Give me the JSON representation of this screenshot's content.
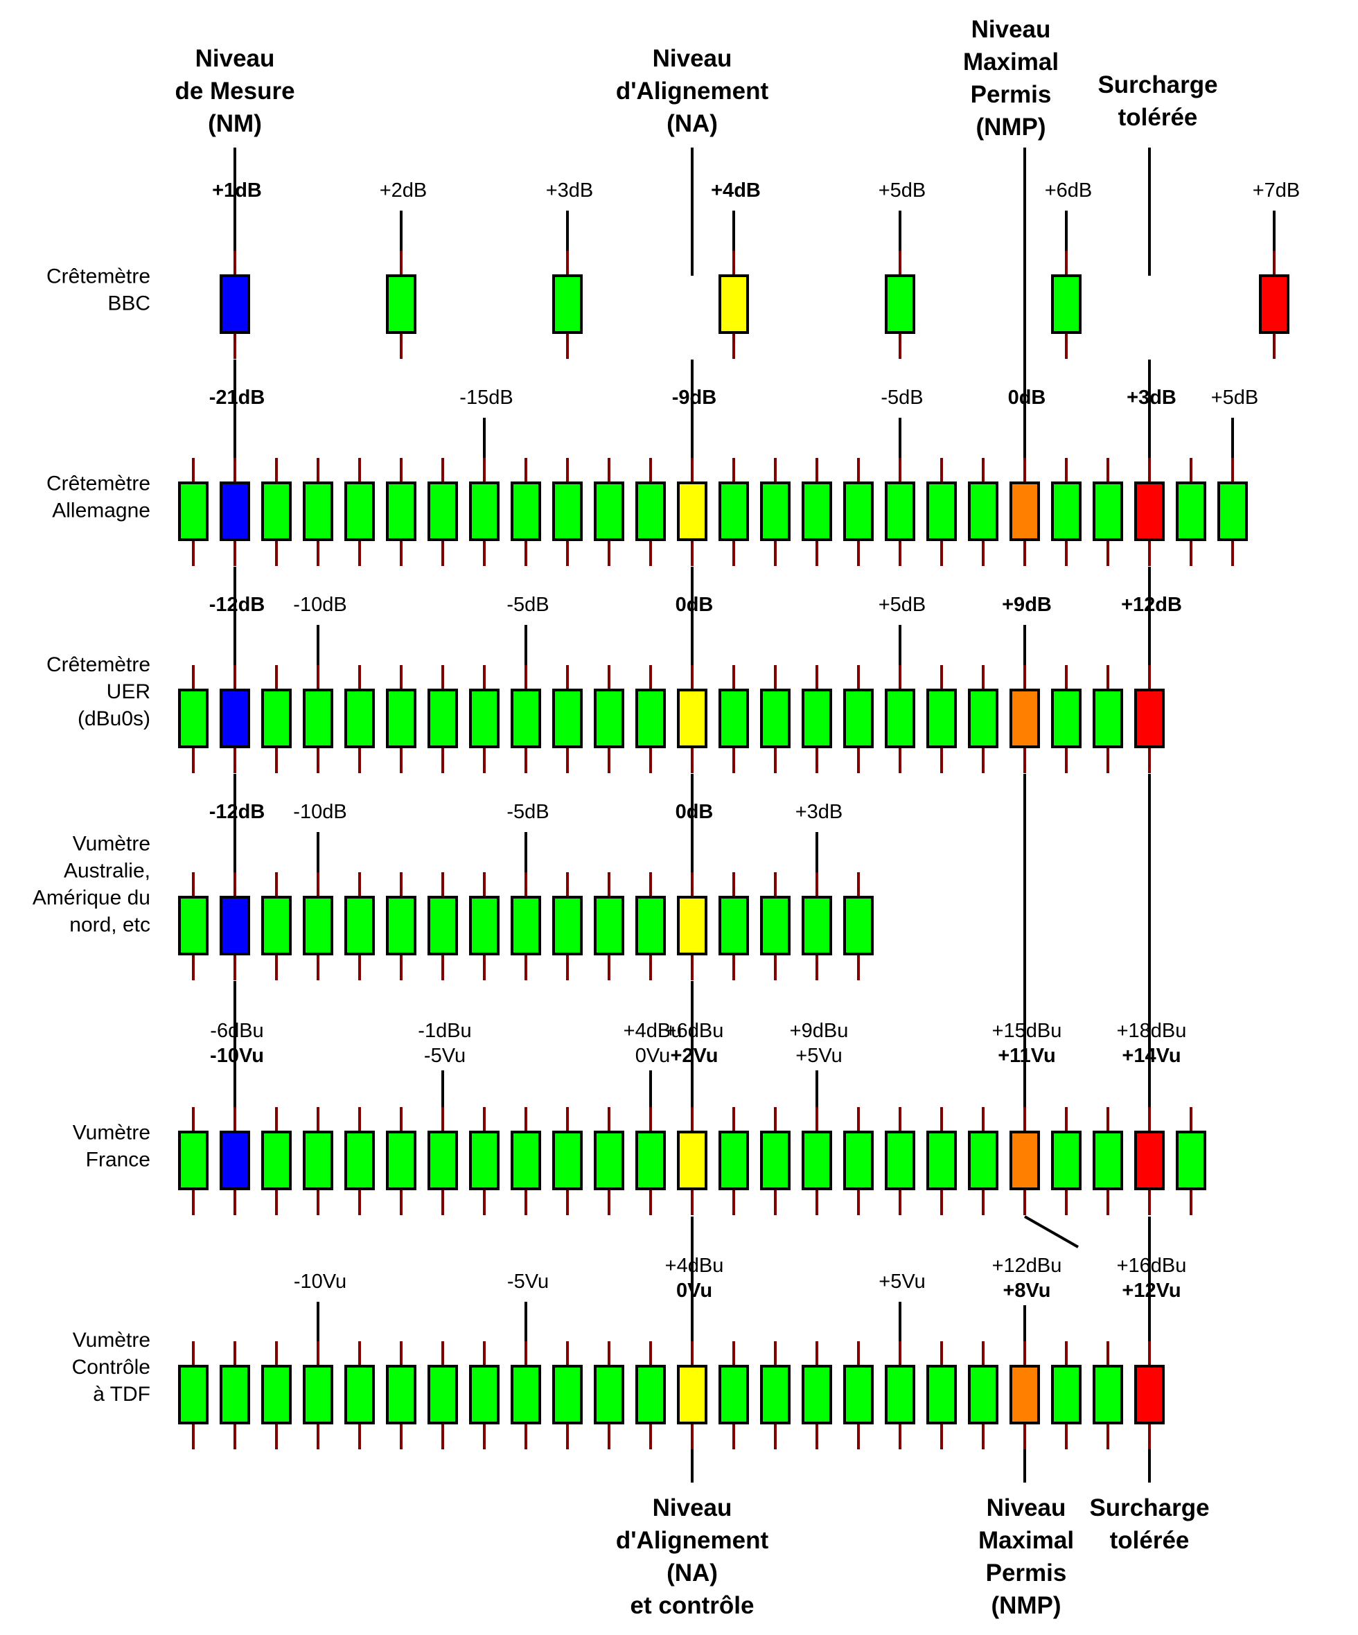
{
  "colors": {
    "green": "#00ff00",
    "blue": "#0000ff",
    "yellow": "#ffff00",
    "orange": "#ff8000",
    "red": "#ff0000",
    "stub": "#800000",
    "outline": "#000000"
  },
  "top_headers": [
    {
      "id": "nm",
      "lines": [
        "Niveau",
        "de Mesure",
        "(NM)"
      ]
    },
    {
      "id": "na",
      "lines": [
        "Niveau",
        "d'Alignement",
        "(NA)"
      ]
    },
    {
      "id": "nmp",
      "lines": [
        "Niveau",
        "Maximal",
        "Permis",
        "(NMP)"
      ]
    },
    {
      "id": "surcharge",
      "lines": [
        "Surcharge",
        "tolérée"
      ]
    }
  ],
  "bottom_headers": [
    {
      "id": "na-controle",
      "lines": [
        "Niveau",
        "d'Alignement",
        "(NA)",
        "et contrôle"
      ]
    },
    {
      "id": "nmp-bottom",
      "lines": [
        "Niveau",
        "Maximal",
        "Permis",
        "(NMP)"
      ]
    },
    {
      "id": "surcharge-bottom",
      "lines": [
        "Surcharge",
        "tolérée"
      ]
    }
  ],
  "rows": [
    {
      "id": "bbc",
      "label": [
        "Crêtemètre",
        "BBC"
      ],
      "segment_colors": [
        "blue",
        "green",
        "green",
        "yellow",
        "green",
        "green",
        "red"
      ],
      "scale_labels": [
        {
          "segment": 0,
          "lines": [
            "+1dB"
          ],
          "bold": [
            true
          ]
        },
        {
          "segment": 1,
          "lines": [
            "+2dB"
          ],
          "bold": [
            false
          ]
        },
        {
          "segment": 2,
          "lines": [
            "+3dB"
          ],
          "bold": [
            false
          ]
        },
        {
          "segment": 3,
          "lines": [
            "+4dB"
          ],
          "bold": [
            true
          ]
        },
        {
          "segment": 4,
          "lines": [
            "+5dB"
          ],
          "bold": [
            false
          ]
        },
        {
          "segment": 5,
          "lines": [
            "+6dB"
          ],
          "bold": [
            false
          ]
        },
        {
          "segment": 6,
          "lines": [
            "+7dB"
          ],
          "bold": [
            false
          ]
        }
      ]
    },
    {
      "id": "allemagne",
      "label": [
        "Crêtemètre",
        "Allemagne"
      ],
      "segment_colors": [
        "green",
        "blue",
        "green",
        "green",
        "green",
        "green",
        "green",
        "green",
        "green",
        "green",
        "green",
        "green",
        "yellow",
        "green",
        "green",
        "green",
        "green",
        "green",
        "green",
        "green",
        "orange",
        "green",
        "green",
        "red",
        "green",
        "green"
      ],
      "scale_labels": [
        {
          "segment": 1,
          "lines": [
            "-21dB"
          ],
          "bold": [
            true
          ]
        },
        {
          "segment": 7,
          "lines": [
            "-15dB"
          ],
          "bold": [
            false
          ]
        },
        {
          "segment": 12,
          "lines": [
            "-9dB"
          ],
          "bold": [
            true
          ]
        },
        {
          "segment": 17,
          "lines": [
            "-5dB"
          ],
          "bold": [
            false
          ]
        },
        {
          "segment": 20,
          "lines": [
            "0dB"
          ],
          "bold": [
            true
          ]
        },
        {
          "segment": 23,
          "lines": [
            "+3dB"
          ],
          "bold": [
            true
          ]
        },
        {
          "segment": 25,
          "lines": [
            "+5dB"
          ],
          "bold": [
            false
          ]
        }
      ]
    },
    {
      "id": "uer",
      "label": [
        "Crêtemètre",
        "UER",
        "(dBu0s)"
      ],
      "segment_colors": [
        "green",
        "blue",
        "green",
        "green",
        "green",
        "green",
        "green",
        "green",
        "green",
        "green",
        "green",
        "green",
        "yellow",
        "green",
        "green",
        "green",
        "green",
        "green",
        "green",
        "green",
        "orange",
        "green",
        "green",
        "red"
      ],
      "scale_labels": [
        {
          "segment": 1,
          "lines": [
            "-12dB"
          ],
          "bold": [
            true
          ]
        },
        {
          "segment": 3,
          "lines": [
            "-10dB"
          ],
          "bold": [
            false
          ]
        },
        {
          "segment": 8,
          "lines": [
            "-5dB"
          ],
          "bold": [
            false
          ]
        },
        {
          "segment": 12,
          "lines": [
            "0dB"
          ],
          "bold": [
            true
          ]
        },
        {
          "segment": 17,
          "lines": [
            "+5dB"
          ],
          "bold": [
            false
          ]
        },
        {
          "segment": 20,
          "lines": [
            "+9dB"
          ],
          "bold": [
            true
          ]
        },
        {
          "segment": 23,
          "lines": [
            "+12dB"
          ],
          "bold": [
            true
          ]
        }
      ]
    },
    {
      "id": "australie",
      "label": [
        "Vumètre",
        "Australie,",
        "Amérique du",
        "nord, etc"
      ],
      "segment_colors": [
        "green",
        "blue",
        "green",
        "green",
        "green",
        "green",
        "green",
        "green",
        "green",
        "green",
        "green",
        "green",
        "yellow",
        "green",
        "green",
        "green",
        "green"
      ],
      "scale_labels": [
        {
          "segment": 1,
          "lines": [
            "-12dB"
          ],
          "bold": [
            true
          ]
        },
        {
          "segment": 3,
          "lines": [
            "-10dB"
          ],
          "bold": [
            false
          ]
        },
        {
          "segment": 8,
          "lines": [
            "-5dB"
          ],
          "bold": [
            false
          ]
        },
        {
          "segment": 12,
          "lines": [
            "0dB"
          ],
          "bold": [
            true
          ]
        },
        {
          "segment": 15,
          "lines": [
            "+3dB"
          ],
          "bold": [
            false
          ]
        }
      ]
    },
    {
      "id": "france",
      "label": [
        "Vumètre",
        "France"
      ],
      "segment_colors": [
        "green",
        "blue",
        "green",
        "green",
        "green",
        "green",
        "green",
        "green",
        "green",
        "green",
        "green",
        "green",
        "yellow",
        "green",
        "green",
        "green",
        "green",
        "green",
        "green",
        "green",
        "orange",
        "green",
        "green",
        "red",
        "green"
      ],
      "scale_labels": [
        {
          "segment": 1,
          "lines": [
            "-6dBu",
            "-10Vu"
          ],
          "bold": [
            false,
            true
          ]
        },
        {
          "segment": 6,
          "lines": [
            "-1dBu",
            "-5Vu"
          ],
          "bold": [
            false,
            false
          ]
        },
        {
          "segment": 11,
          "lines": [
            "+4dBu",
            "0Vu"
          ],
          "bold": [
            false,
            false
          ]
        },
        {
          "segment": 12,
          "lines": [
            "+6dBu",
            "+2Vu"
          ],
          "bold": [
            false,
            true
          ]
        },
        {
          "segment": 15,
          "lines": [
            "+9dBu",
            "+5Vu"
          ],
          "bold": [
            false,
            false
          ]
        },
        {
          "segment": 20,
          "lines": [
            "+15dBu",
            "+11Vu"
          ],
          "bold": [
            false,
            true
          ]
        },
        {
          "segment": 23,
          "lines": [
            "+18dBu",
            "+14Vu"
          ],
          "bold": [
            false,
            true
          ]
        }
      ]
    },
    {
      "id": "tdf",
      "label": [
        "Vumètre",
        "Contrôle",
        "à TDF"
      ],
      "segment_colors": [
        "green",
        "green",
        "green",
        "green",
        "green",
        "green",
        "green",
        "green",
        "green",
        "green",
        "green",
        "green",
        "yellow",
        "green",
        "green",
        "green",
        "green",
        "green",
        "green",
        "green",
        "orange",
        "green",
        "green",
        "red"
      ],
      "scale_labels": [
        {
          "segment": 3,
          "lines": [
            "-10Vu"
          ],
          "bold": [
            false
          ]
        },
        {
          "segment": 8,
          "lines": [
            "-5Vu"
          ],
          "bold": [
            false
          ]
        },
        {
          "segment": 12,
          "lines": [
            "+4dBu",
            "0Vu"
          ],
          "bold": [
            false,
            true
          ]
        },
        {
          "segment": 17,
          "lines": [
            "+5Vu"
          ],
          "bold": [
            false
          ]
        },
        {
          "segment": 20,
          "lines": [
            "+12dBu",
            "+8Vu"
          ],
          "bold": [
            false,
            true
          ]
        },
        {
          "segment": 23,
          "lines": [
            "+16dBu",
            "+12Vu"
          ],
          "bold": [
            false,
            true
          ]
        }
      ]
    }
  ]
}
